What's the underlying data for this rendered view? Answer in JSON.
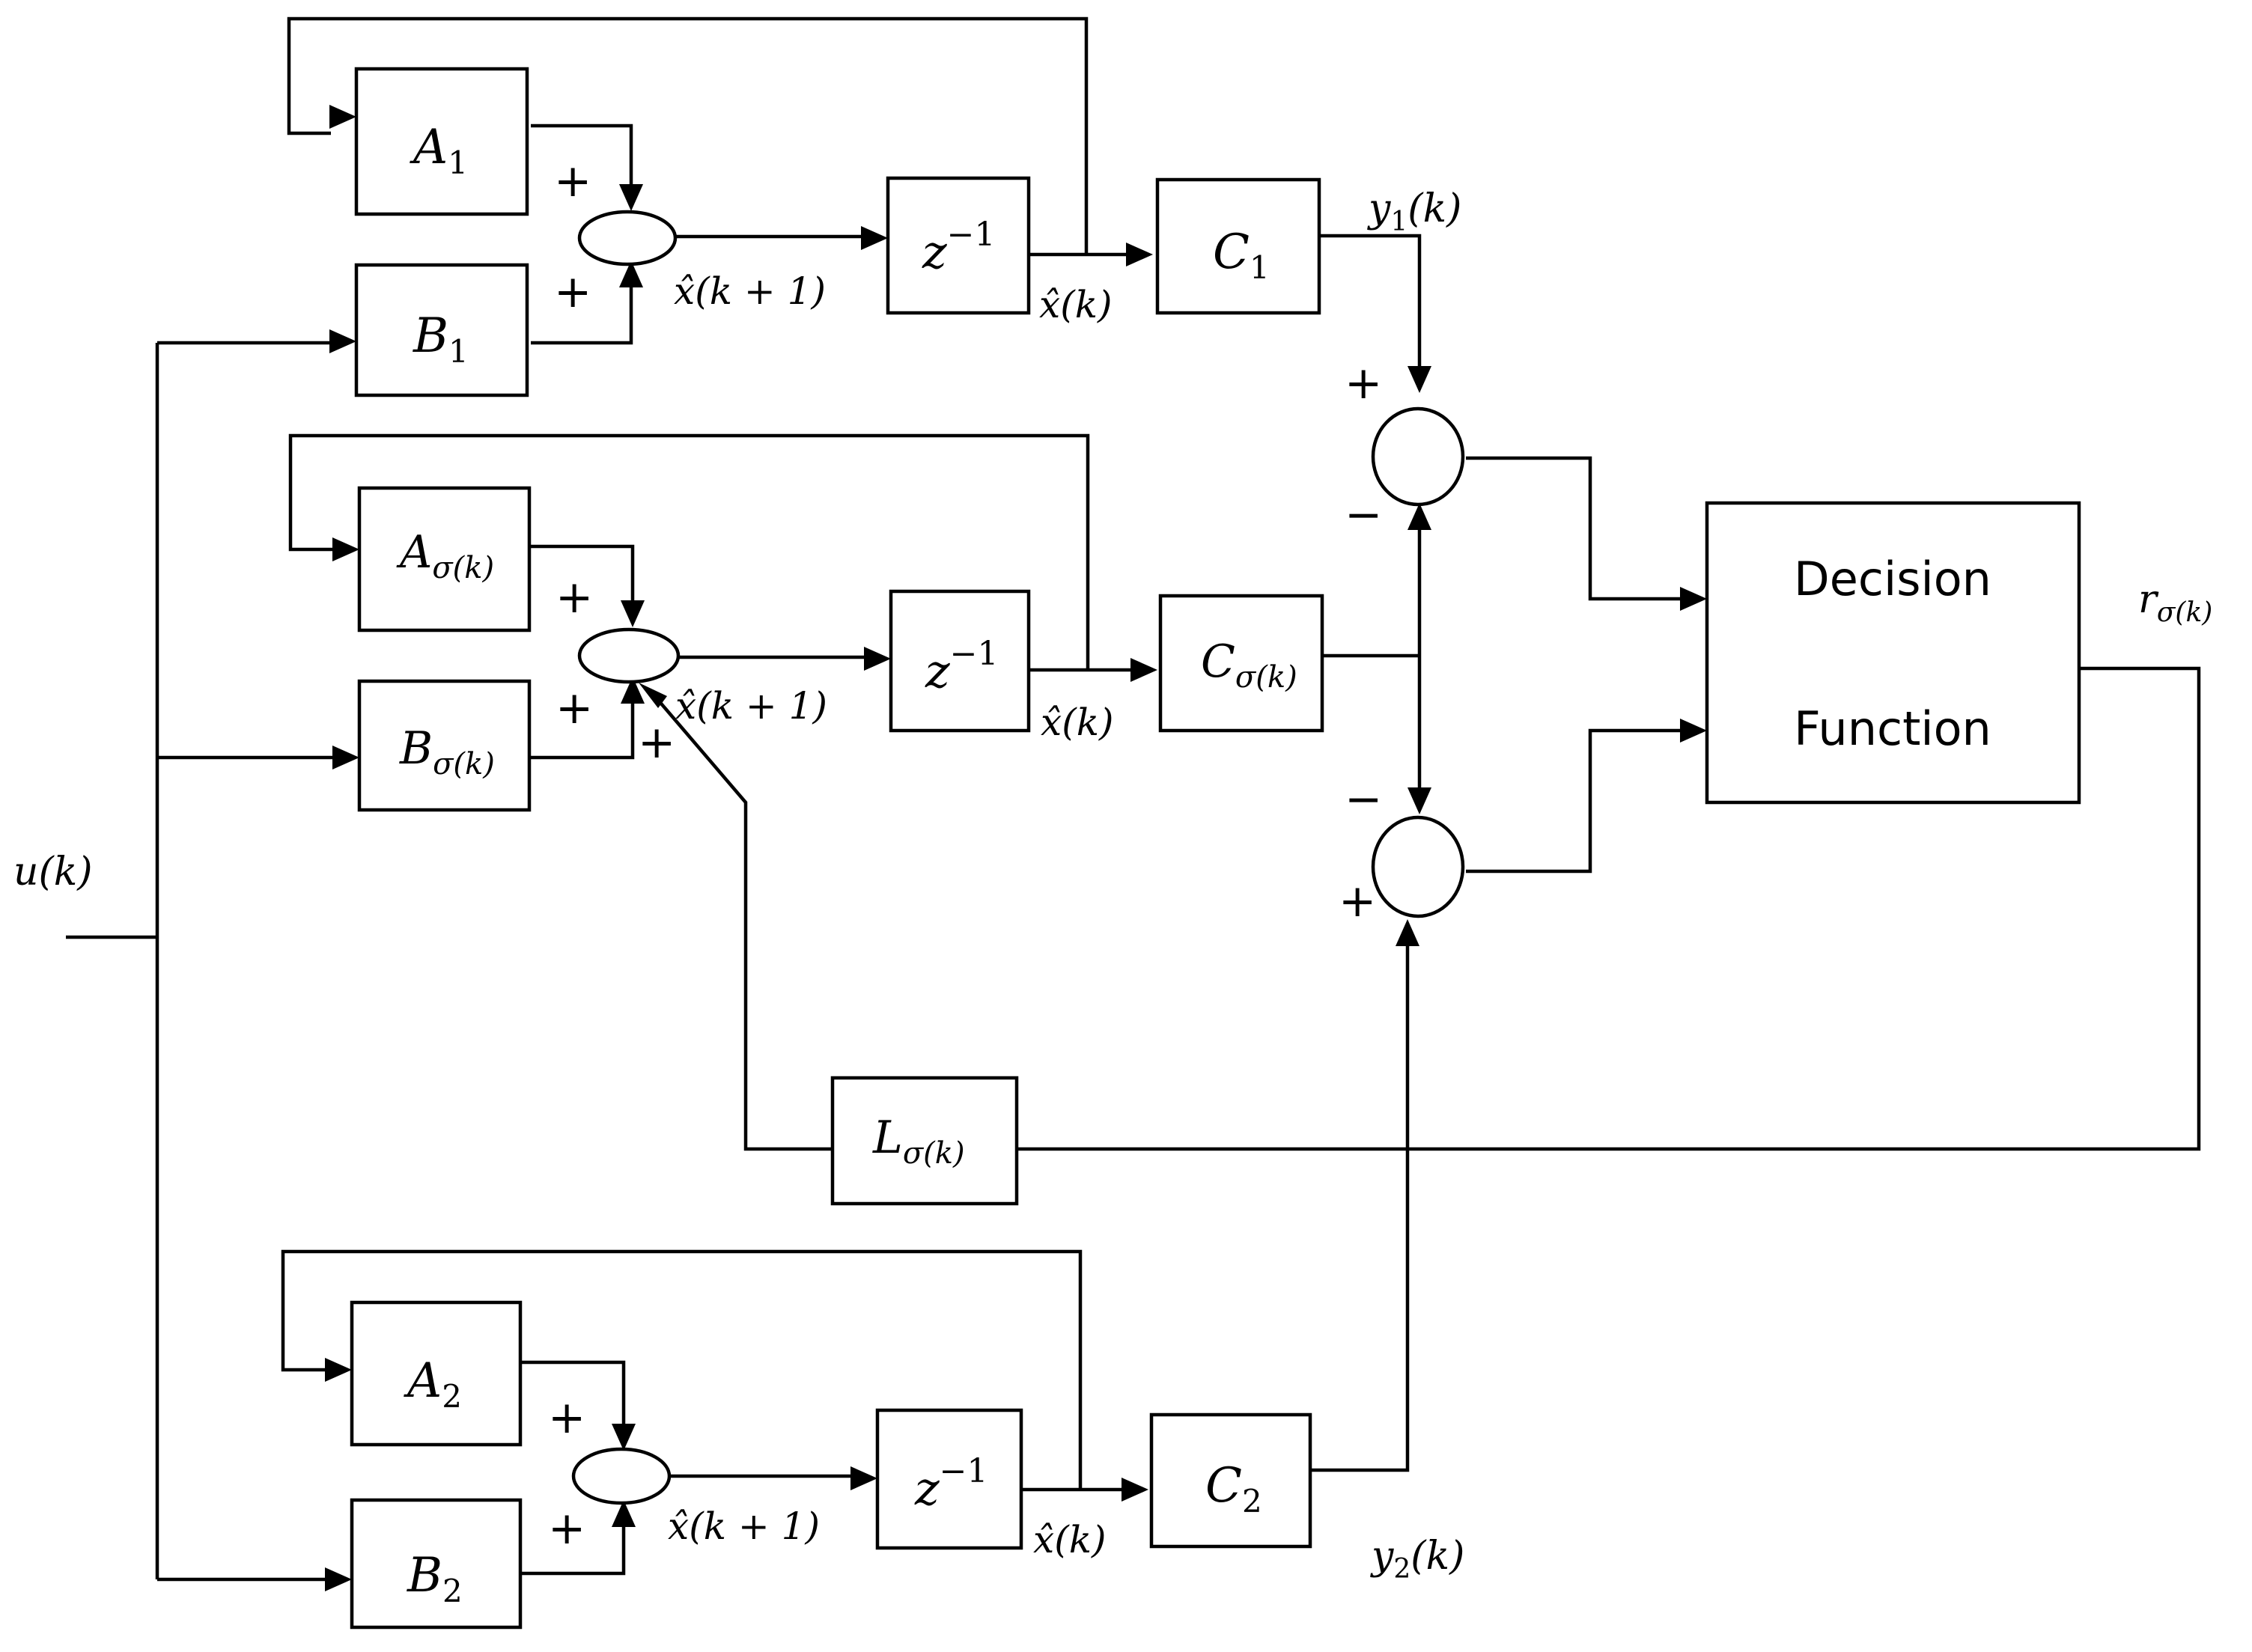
{
  "blocks": {
    "a1": {
      "main": "A",
      "sub": "1"
    },
    "b1": {
      "main": "B",
      "sub": "1"
    },
    "c1": {
      "main": "C",
      "sub": "1"
    },
    "as": {
      "main": "A",
      "sub": "σ(k)"
    },
    "bs": {
      "main": "B",
      "sub": "σ(k)"
    },
    "cs": {
      "main": "C",
      "sub": "σ(k)"
    },
    "a2": {
      "main": "A",
      "sub": "2"
    },
    "b2": {
      "main": "B",
      "sub": "2"
    },
    "c2": {
      "main": "C",
      "sub": "2"
    },
    "l": {
      "main": "L",
      "sub": "σ(k)"
    },
    "delay": {
      "main": "z",
      "sup": "−1"
    },
    "decision": {
      "line1": "Decision",
      "line2": "Function"
    }
  },
  "signals": {
    "input": "u(k)",
    "x_next": "x̂(k + 1)",
    "x_now": "x̂(k)",
    "y1": {
      "main": "y",
      "sub": "1",
      "arg": "(k)"
    },
    "y2": {
      "main": "y",
      "sub": "2",
      "arg": "(k)"
    },
    "r": {
      "main": "r",
      "sub": "σ(k)"
    }
  },
  "signs": {
    "plus": "+",
    "minus": "−"
  }
}
